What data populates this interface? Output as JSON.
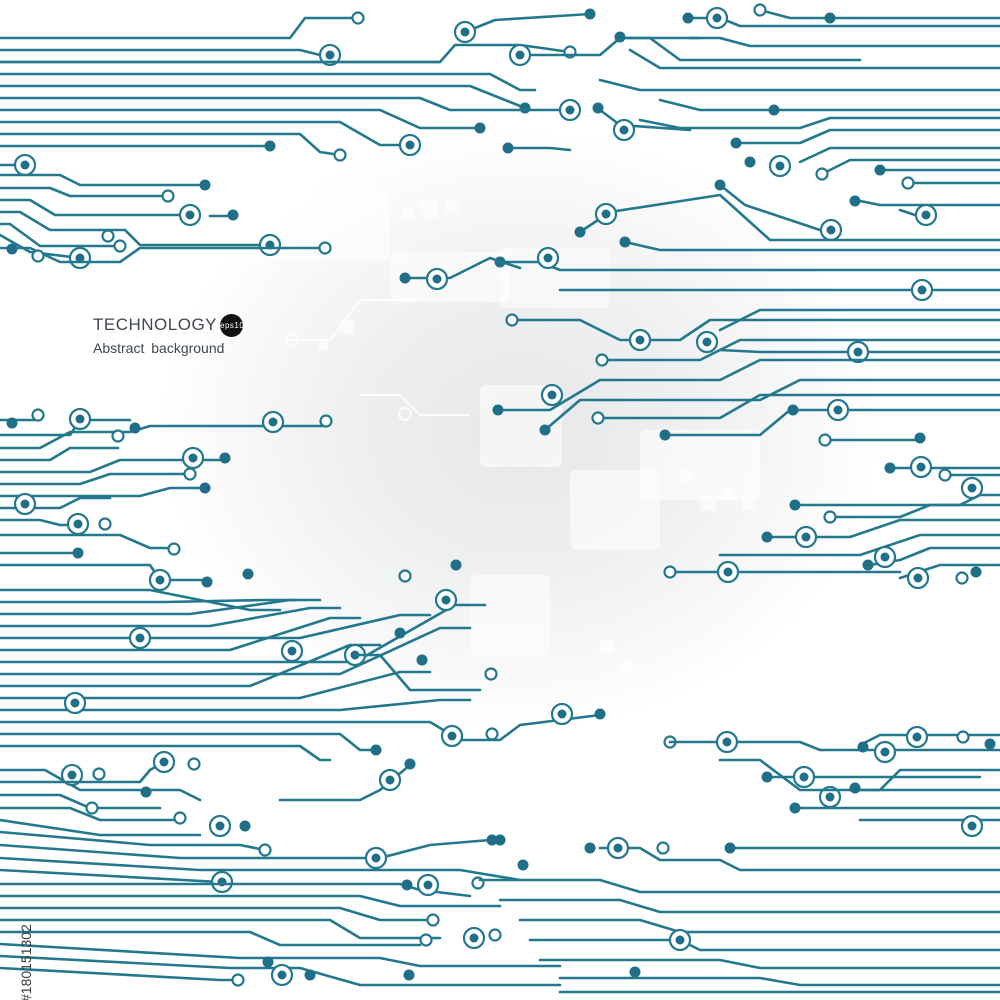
{
  "caption": {
    "title": "TECHNOLOGY",
    "badge": "eps10",
    "subtitle": "Abstract  background"
  },
  "stock_id": "#180151302",
  "colors": {
    "trace": "#23788e",
    "pad": "#1f6f88",
    "background": "#ffffff",
    "glow": "#e6e7e9"
  }
}
